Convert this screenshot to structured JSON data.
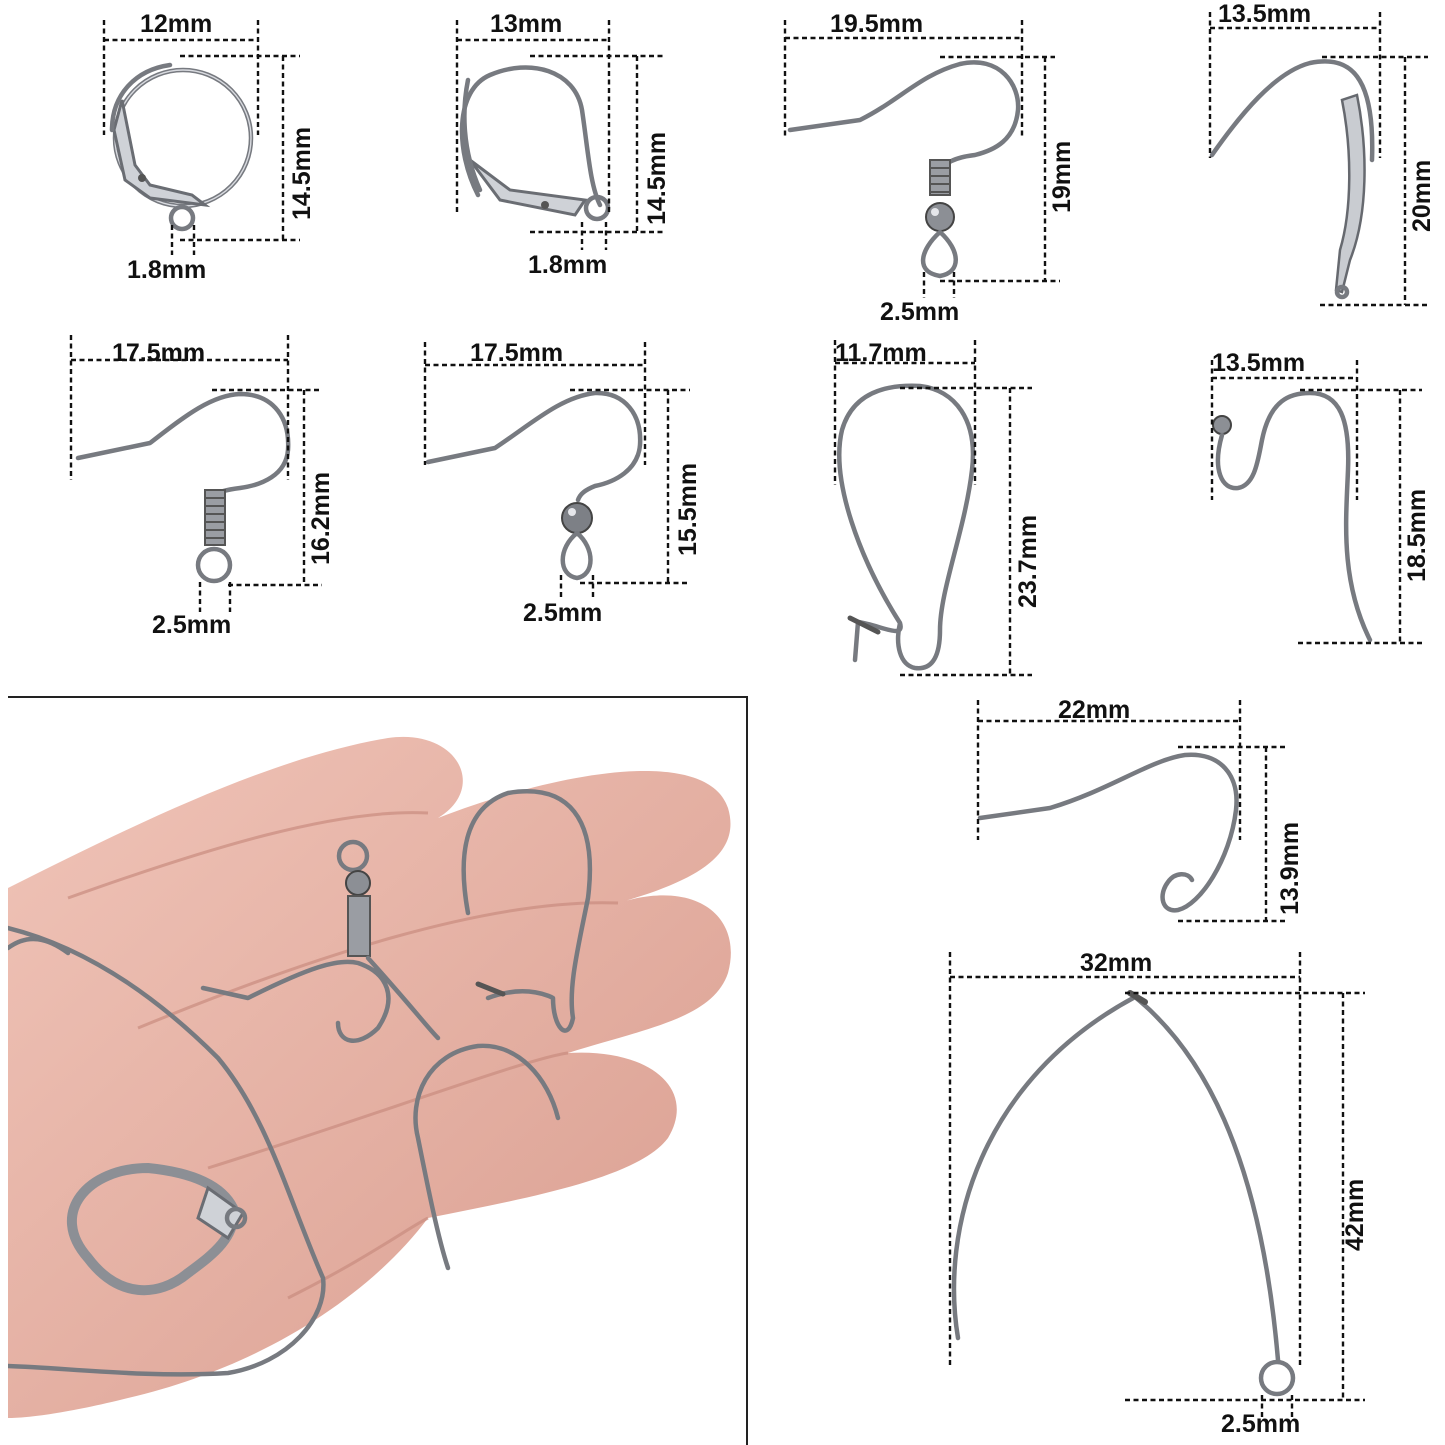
{
  "colors": {
    "background": "#ffffff",
    "dimension_line": "#111111",
    "label_text": "#111111",
    "metal": "#777a80",
    "skin": "#e7b3a6"
  },
  "items": [
    {
      "id": "leverback-round",
      "width": "12mm",
      "height": "14.5mm",
      "loop": "1.8mm"
    },
    {
      "id": "leverback-oval",
      "width": "13mm",
      "height": "14.5mm",
      "loop": "1.8mm"
    },
    {
      "id": "fish-hook-ball-coil",
      "width": "19.5mm",
      "height": "19mm",
      "loop": "2.5mm"
    },
    {
      "id": "wrapped-flat-hook",
      "width": "13.5mm",
      "height": "20mm"
    },
    {
      "id": "fish-hook-coil",
      "width": "17.5mm",
      "height": "16.2mm",
      "loop": "2.5mm"
    },
    {
      "id": "fish-hook-ball",
      "width": "17.5mm",
      "height": "15.5mm",
      "loop": "2.5mm"
    },
    {
      "id": "kidney-wire",
      "width": "11.7mm",
      "height": "23.7mm"
    },
    {
      "id": "ball-end-hook",
      "width": "13.5mm",
      "height": "18.5mm"
    },
    {
      "id": "french-hook",
      "width": "22mm",
      "height": "13.9mm"
    },
    {
      "id": "v-marquise-wire",
      "width": "32mm",
      "height": "42mm",
      "loop": "2.5mm"
    }
  ]
}
